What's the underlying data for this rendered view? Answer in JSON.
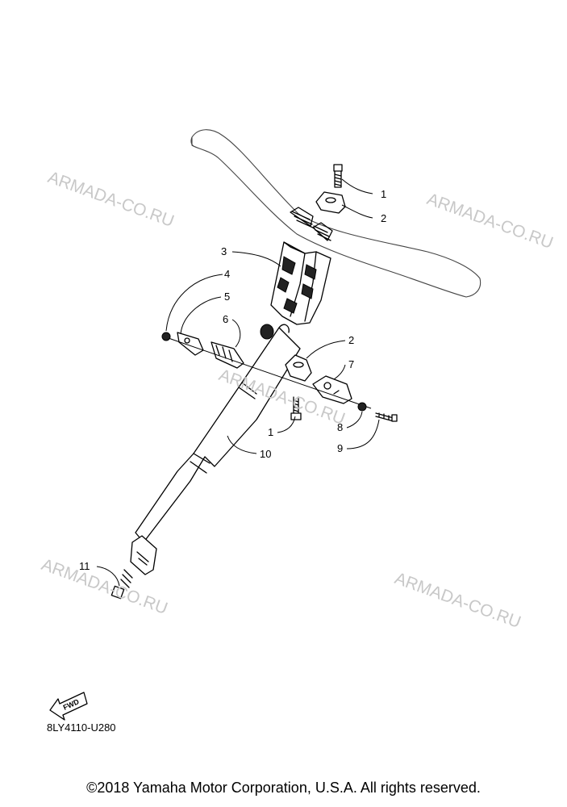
{
  "watermarks": [
    {
      "text": "ARMADA-CO.RU"
    },
    {
      "text": "ARMADA-CO.RU"
    },
    {
      "text": "ARMADA-CO.RU"
    },
    {
      "text": "ARMADA-CO.RU"
    },
    {
      "text": "ARMADA-CO.RU"
    }
  ],
  "callouts": [
    {
      "label": "1"
    },
    {
      "label": "2"
    },
    {
      "label": "3"
    },
    {
      "label": "4"
    },
    {
      "label": "5"
    },
    {
      "label": "6"
    },
    {
      "label": "2"
    },
    {
      "label": "7"
    },
    {
      "label": "1"
    },
    {
      "label": "8"
    },
    {
      "label": "9"
    },
    {
      "label": "10"
    },
    {
      "label": "11"
    }
  ],
  "fwd_label": "FWD",
  "diagram_code": "8LY4110-U280",
  "copyright": "©2018 Yamaha Motor Corporation, U.S.A. All rights reserved."
}
